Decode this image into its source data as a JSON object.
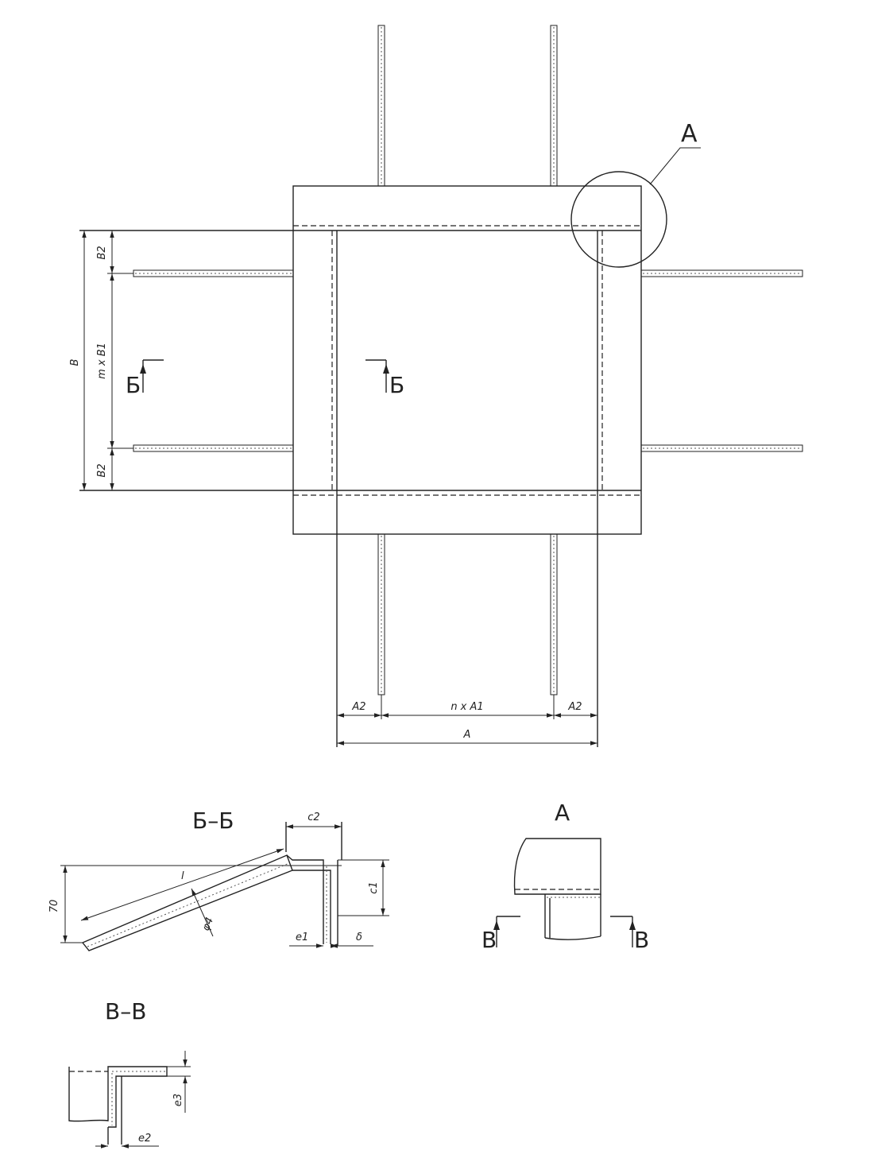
{
  "detail_callout": "A",
  "section_marks": {
    "left": "Б",
    "right": "Б"
  },
  "dims": {
    "B": "B",
    "B2_top": "B2",
    "mB1": "m x B1",
    "B2_bottom": "B2",
    "A2_left": "A2",
    "nA1": "n x A1",
    "A2_right": "A2",
    "A": "A"
  },
  "section_bb": {
    "title": "Б–Б",
    "c2": "c2",
    "c1": "c1",
    "h70": "70",
    "l": "l",
    "phi4": "φ4",
    "e1": "e1",
    "delta": "δ"
  },
  "detail_a": {
    "title": "A",
    "mark_left": "B",
    "mark_right": "B"
  },
  "section_vv": {
    "title": "B–B",
    "e3": "e3",
    "e2": "e2"
  }
}
